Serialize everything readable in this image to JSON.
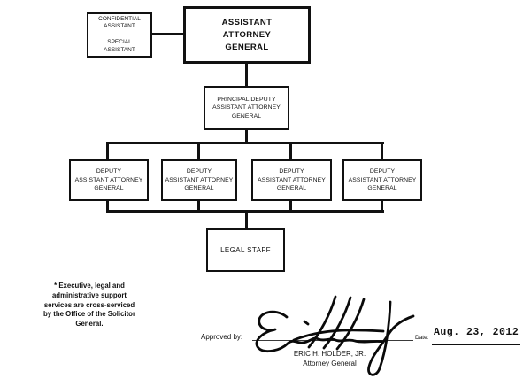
{
  "org_chart": {
    "boxes": {
      "confidential_special_assistant": "CONFIDENTIAL\nASSISTANT\n\nSPECIAL\nASSISTANT",
      "assistant_attorney_general": "ASSISTANT\nATTORNEY\nGENERAL",
      "principal_deputy": "PRINCIPAL DEPUTY\nASSISTANT ATTORNEY\nGENERAL",
      "deputies": [
        "DEPUTY\nASSISTANT ATTORNEY\nGENERAL",
        "DEPUTY\nASSISTANT ATTORNEY\nGENERAL",
        "DEPUTY\nASSISTANT ATTORNEY\nGENERAL",
        "DEPUTY\nASSISTANT ATTORNEY\nGENERAL"
      ],
      "legal_staff": "LEGAL STAFF"
    }
  },
  "footnote": "* Executive, legal and\nadministrative support\nservices are cross-serviced\nby the Office of the Solicitor\nGeneral.",
  "approval": {
    "approved_by_label": "Approved by:",
    "date_label": "Date:",
    "date_value": "Aug. 23, 2012",
    "signatory_name": "ERIC H. HOLDER, JR.",
    "signatory_title": "Attorney General"
  },
  "colors": {
    "ink": "#111111",
    "background": "#ffffff"
  }
}
